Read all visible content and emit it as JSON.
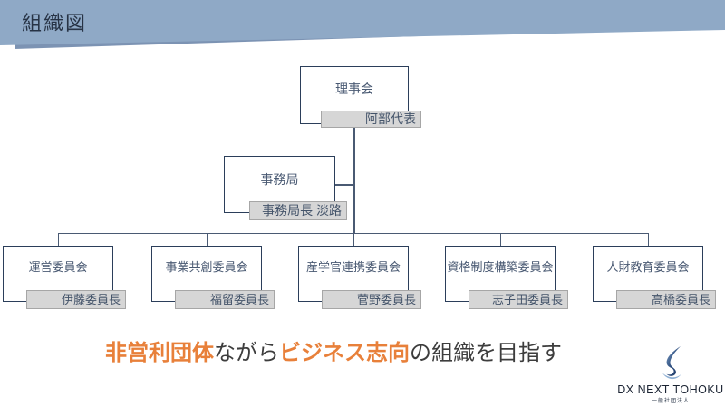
{
  "header": {
    "title": "組織図"
  },
  "org_chart": {
    "root": {
      "title": "理事会",
      "chief": "阿部代表"
    },
    "secretariat": {
      "title": "事務局",
      "chief": "事務局長 淡路"
    },
    "committees": [
      {
        "title": "運営委員会",
        "chief": "伊藤委員長"
      },
      {
        "title": "事業共創委員会",
        "chief": "福留委員長"
      },
      {
        "title": "産学官連携委員会",
        "chief": "菅野委員長"
      },
      {
        "title": "資格制度構築委員会",
        "chief": "志子田委員長"
      },
      {
        "title": "人財教育委員会",
        "chief": "高橋委員長"
      }
    ]
  },
  "tagline": {
    "segments": [
      {
        "text": "非営利団体",
        "highlight": true
      },
      {
        "text": "ながら",
        "highlight": false
      },
      {
        "text": "ビジネス志向",
        "highlight": true
      },
      {
        "text": "の組織を目指す",
        "highlight": false
      }
    ]
  },
  "logo": {
    "icon": "swirl-icon",
    "wordmark": "DX NEXT TOHOKU",
    "subtext": "一般社団法人"
  },
  "colors": {
    "banner_blue": "#8FA9C6",
    "banner_edge_blue": "#7C93B3",
    "box_border_navy": "#2B3E5A",
    "box_text_navy": "#4A5A73",
    "label_gray_bg": "#D6D6D6",
    "label_gray_border": "#A6A6A6",
    "connector_navy": "#4A5A73",
    "accent_orange": "#E8803A",
    "tagline_gray": "#3D3D3D",
    "logo_navy": "#1B2433"
  }
}
